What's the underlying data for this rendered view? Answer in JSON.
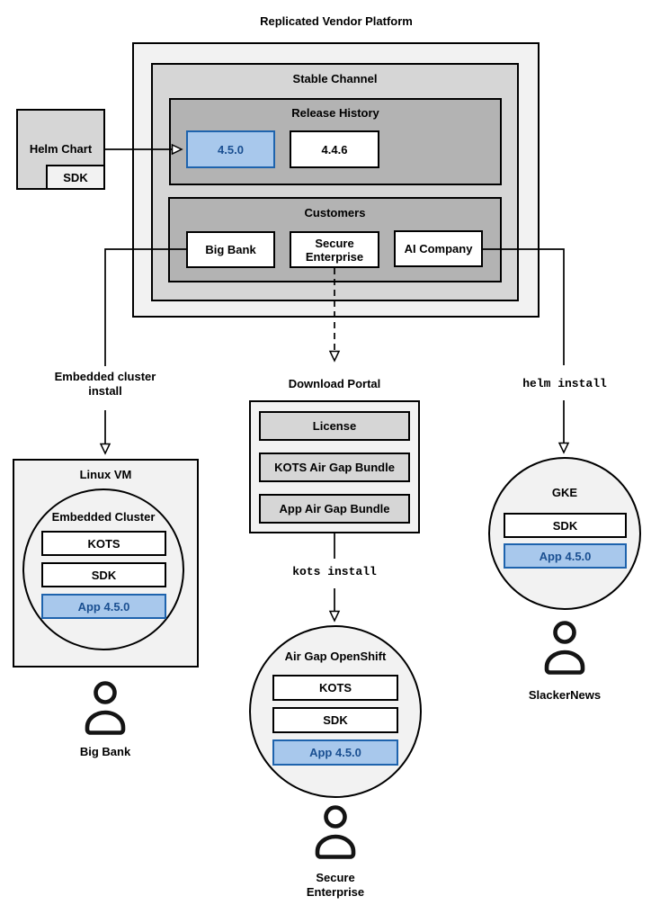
{
  "title": "Replicated Vendor Platform",
  "colors": {
    "highlight_fill": "#a8c8ec",
    "highlight_border": "#1e63ad",
    "highlight_text": "#1a4f91",
    "panel_light": "#f2f2f2",
    "panel_mid": "#d6d6d6",
    "panel_dark": "#b3b3b3",
    "line": "#000000"
  },
  "stable_channel": {
    "title": "Stable Channel"
  },
  "release_history": {
    "title": "Release History",
    "releases": [
      {
        "label": "4.5.0",
        "highlighted": true
      },
      {
        "label": "4.4.6",
        "highlighted": false
      }
    ]
  },
  "customers": {
    "title": "Customers",
    "items": [
      {
        "label": "Big Bank"
      },
      {
        "label": "Secure Enterprise"
      },
      {
        "label": "AI Company"
      }
    ]
  },
  "helm_chart": {
    "label": "Helm Chart",
    "sdk": "SDK"
  },
  "flows": {
    "embedded": {
      "arrow_label": "Embedded cluster install"
    },
    "airgap": {
      "portal_title": "Download Portal",
      "portal_items": [
        {
          "label": "License"
        },
        {
          "label": "KOTS Air Gap Bundle"
        },
        {
          "label": "App Air Gap Bundle"
        }
      ],
      "install_label": "kots install"
    },
    "helm": {
      "install_label": "helm install"
    }
  },
  "linux_vm": {
    "title": "Linux VM",
    "cluster_title": "Embedded Cluster",
    "components": [
      {
        "label": "KOTS",
        "highlighted": false
      },
      {
        "label": "SDK",
        "highlighted": false
      },
      {
        "label": "App 4.5.0",
        "highlighted": true
      }
    ]
  },
  "openshift": {
    "title": "Air Gap OpenShift",
    "components": [
      {
        "label": "KOTS",
        "highlighted": false
      },
      {
        "label": "SDK",
        "highlighted": false
      },
      {
        "label": "App 4.5.0",
        "highlighted": true
      }
    ]
  },
  "gke": {
    "title": "GKE",
    "components": [
      {
        "label": "SDK",
        "highlighted": false
      },
      {
        "label": "App 4.5.0",
        "highlighted": true
      }
    ]
  },
  "personas": {
    "big_bank": "Big Bank",
    "secure_enterprise": "Secure Enterprise",
    "slackernews": "SlackerNews"
  }
}
